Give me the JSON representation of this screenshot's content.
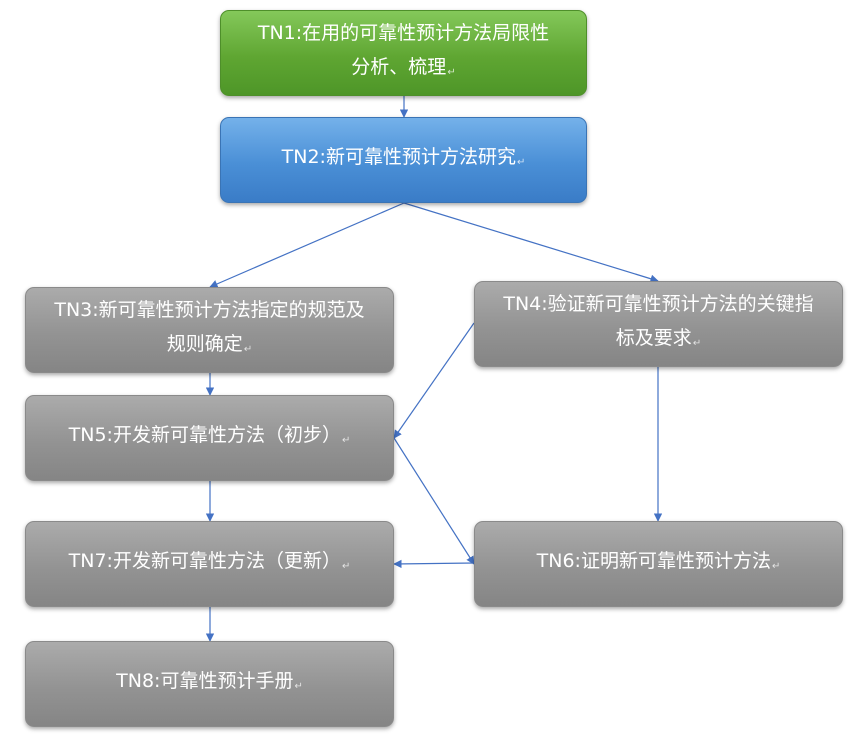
{
  "diagram": {
    "nodes": [
      {
        "id": "tn1",
        "text": "TN1:在用的可靠性预计方法局限性分析、梳理",
        "fill": "green"
      },
      {
        "id": "tn2",
        "text": "TN2:新可靠性预计方法研究",
        "fill": "blue"
      },
      {
        "id": "tn3",
        "text": "TN3:新可靠性预计方法指定的规范及规则确定",
        "fill": "gray"
      },
      {
        "id": "tn4",
        "text": "TN4:验证新可靠性预计方法的关键指标及要求",
        "fill": "gray"
      },
      {
        "id": "tn5",
        "text": "TN5:开发新可靠性方法（初步）",
        "fill": "gray"
      },
      {
        "id": "tn6",
        "text": "TN6:证明新可靠性预计方法",
        "fill": "gray"
      },
      {
        "id": "tn7",
        "text": "TN7:开发新可靠性方法（更新）",
        "fill": "gray"
      },
      {
        "id": "tn8",
        "text": "TN8:可靠性预计手册",
        "fill": "gray"
      }
    ],
    "edges": [
      {
        "from": "tn1",
        "to": "tn2"
      },
      {
        "from": "tn2",
        "to": "tn3"
      },
      {
        "from": "tn2",
        "to": "tn4"
      },
      {
        "from": "tn3",
        "to": "tn5"
      },
      {
        "from": "tn4",
        "to": "tn5"
      },
      {
        "from": "tn4",
        "to": "tn6"
      },
      {
        "from": "tn5",
        "to": "tn6"
      },
      {
        "from": "tn5",
        "to": "tn7"
      },
      {
        "from": "tn6",
        "to": "tn7"
      },
      {
        "from": "tn7",
        "to": "tn8"
      }
    ],
    "paragraph_mark": "↵",
    "colors": {
      "green": "#5fa632",
      "blue": "#4a8fd6",
      "gray": "#939393",
      "arrow": "#4472c4",
      "text": "#ffffff"
    }
  }
}
